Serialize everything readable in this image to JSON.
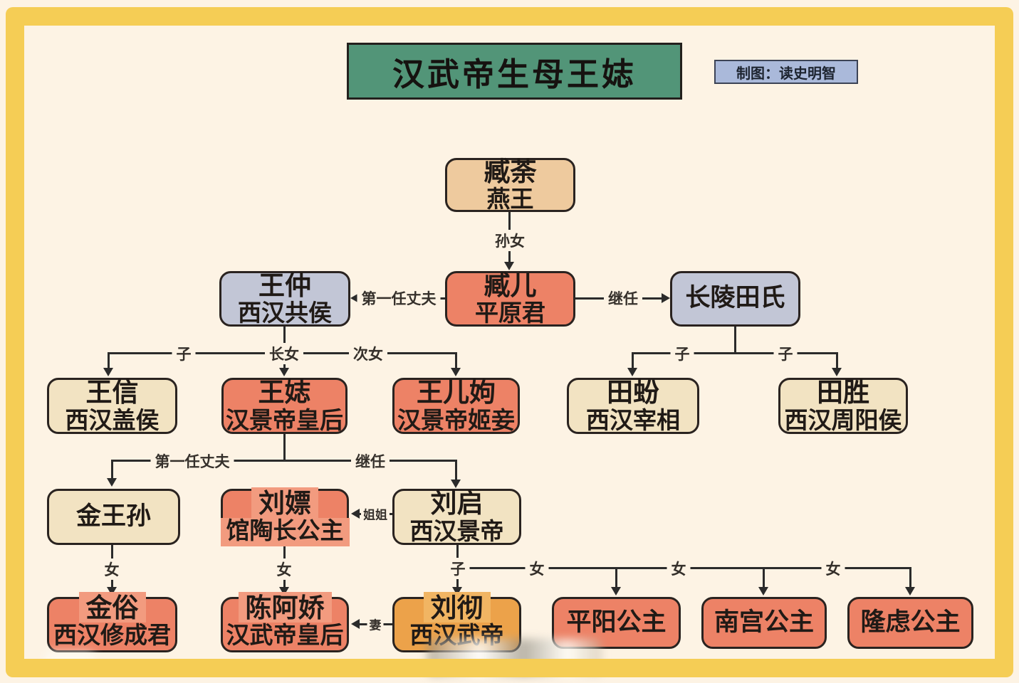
{
  "header": {
    "title": "汉武帝生母王娡",
    "credit": "制图：读史明智"
  },
  "colors": {
    "frame_yellow": "#f5cd55",
    "background_cream": "#fdf3e4",
    "title_green": "#529578",
    "credit_blue": "#aab9da",
    "node_tan": "#eeca9e",
    "node_salmon": "#ed8266",
    "node_blue_gray": "#c2c6d6",
    "node_cream": "#f2e3c2",
    "node_orange": "#eca24a",
    "border_dark": "#2a2320"
  },
  "nodes": {
    "zangtu": {
      "name": "臧荼",
      "title": "燕王"
    },
    "zanger": {
      "name": "臧儿",
      "title": "平原君"
    },
    "wangzhong": {
      "name": "王仲",
      "title": "西汉共侯"
    },
    "changling": {
      "name": "长陵田氏"
    },
    "wangxin": {
      "name": "王信",
      "title": "西汉盖侯"
    },
    "wangzhi": {
      "name": "王娡",
      "title": "汉景帝皇后"
    },
    "wangerxu": {
      "name": "王儿姁",
      "title": "汉景帝姬妾"
    },
    "tianfen": {
      "name": "田蚡",
      "title": "西汉宰相"
    },
    "tiansheng": {
      "name": "田胜",
      "title": "西汉周阳侯"
    },
    "jinwangsun": {
      "name": "金王孙"
    },
    "liupiao": {
      "name": "刘嫖",
      "title": "馆陶长公主"
    },
    "liuqi": {
      "name": "刘启",
      "title": "西汉景帝"
    },
    "jinsu": {
      "name": "金俗",
      "title": "西汉修成君"
    },
    "chenajiao": {
      "name": "陈阿娇",
      "title": "汉武帝皇后"
    },
    "liuche": {
      "name": "刘彻",
      "title": "西汉武帝"
    },
    "pingyang": {
      "name": "平阳公主"
    },
    "nangong": {
      "name": "南宫公主"
    },
    "longlv": {
      "name": "隆虑公主"
    }
  },
  "edges": {
    "granddaughter": "孙女",
    "first_husband_1": "第一任丈夫",
    "successor_1": "继任",
    "son_1": "子",
    "eldest_daughter": "长女",
    "second_daughter": "次女",
    "son_2": "子",
    "son_3": "子",
    "first_husband_2": "第一任丈夫",
    "successor_2": "继任",
    "elder_sister": "姐姐",
    "daughter_1": "女",
    "daughter_2": "女",
    "son_4": "子",
    "daughter_3": "女",
    "daughter_4": "女",
    "daughter_5": "女",
    "wife": "妻"
  }
}
